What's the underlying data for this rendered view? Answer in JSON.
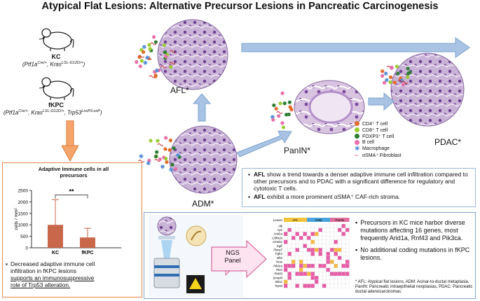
{
  "title": "Atypical Flat Lesions: Alternative Precursor Lesions in Pancreatic Carcinogenesis",
  "mice": [
    {
      "name": "KC",
      "genotype_parts": [
        "(Ptf1a",
        "Cre/+",
        ", Kras",
        "LSL-G12D/+",
        ")"
      ]
    },
    {
      "name": "fKPC",
      "genotype_parts": [
        "(Ptf1a",
        "Cre/+",
        ", Kras",
        "LSL-G12D/+",
        ", Trp53",
        "LoxP/LoxP",
        ")"
      ]
    }
  ],
  "lesions": {
    "afl": "AFL*",
    "adm": "ADM*",
    "panin": "PanIN*",
    "pdac": "PDAC*"
  },
  "legend": [
    {
      "label": "CD4⁺ T cell",
      "color": "#e36b2c",
      "icon": "circle"
    },
    {
      "label": "CD8⁺ T cell",
      "color": "#9acd32",
      "icon": "circle"
    },
    {
      "label": "FOXP3⁺ T cell",
      "color": "#2e7d32",
      "icon": "circle"
    },
    {
      "label": "B cell",
      "color": "#e86fa8",
      "icon": "circle"
    },
    {
      "label": "Macrophage",
      "color": "#5b8fd6",
      "icon": "star"
    },
    {
      "label": "αSMA⁺ Fibroblast",
      "color": "#c62828",
      "icon": "squiggle"
    }
  ],
  "chart_data": {
    "type": "bar",
    "title": "Adaptive Immune cells in all precursors",
    "categories": [
      "KC",
      "fKPC"
    ],
    "values": [
      1000,
      450
    ],
    "error_upper": [
      2100,
      850
    ],
    "ylabel": "cells / mm²",
    "yticks": [
      "0",
      "500",
      "1000",
      "1500",
      "2000",
      "2500"
    ],
    "ylim": [
      0,
      2500
    ],
    "significance": "**",
    "colors": [
      "#c9674a",
      "#c9674a"
    ]
  },
  "left_bullet": {
    "lines": [
      "Decreased adaptive immune cell",
      "infiltration in fKPC lesions",
      "supports an immunosuppressive",
      "role of Trp53 alteration."
    ]
  },
  "afl_box": {
    "bullet1_bold": "AFL",
    "bullet1_text": " show a trend towards a denser adaptive immune cell infiltration compared to other precursors and to PDAC with a significant difference for regulatory and cytotoxic T cells.",
    "bullet2_bold": "AFL",
    "bullet2_text": " exhibit a more prominent αSMA⁺ CAF-rich stroma."
  },
  "ngs": {
    "arrow_label_line1": "NGS",
    "arrow_label_line2": "Panel",
    "heatmap_header": "Lesion",
    "heatmap_groups": [
      "AFL",
      "ADM",
      "PanIN"
    ],
    "heatmap_group_colors": [
      "#f3c43b",
      "#4aa3df",
      "#e0709f"
    ],
    "genes": [
      "Alk",
      "Apc",
      "Arid1a",
      "Cdkn2a",
      "Ctnnb1",
      "Egfr",
      "Fbxw7",
      "Fgfr2",
      "Idh2",
      "Nras",
      "Pik3ca",
      "Pten",
      "Rnf43",
      "Smad4",
      "Stk11",
      "Trp53"
    ],
    "bullet1": "Precursors in KC mice harbor diverse mutations affecting 16 genes, most frequently Arid1a, Rnf43 and Pik3ca.",
    "bullet2": "No additional coding mutations in fKPC lesions.",
    "footnote": "* AFL: Atypical flat lesions, ADM: Acinar-to-ductal metaplasia, PanIN: Pancreatic intraepithelial neoplasias, PDAC: Pancreatic ductal adenocarcinomas."
  }
}
